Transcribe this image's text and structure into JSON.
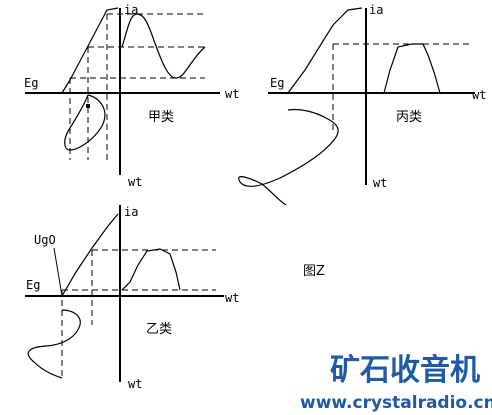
{
  "figure_label": "图Z",
  "panels": [
    {
      "id": "a",
      "title": "甲类",
      "eg": "Eg",
      "ia": "ia",
      "wt_h": "wt",
      "wt_v": "wt"
    },
    {
      "id": "c",
      "title": "丙类",
      "eg": "Eg",
      "ia": "ia",
      "wt_h": "wt",
      "wt_v": "wt"
    },
    {
      "id": "b",
      "title": "乙类",
      "eg": "Eg",
      "ia": "ia",
      "wt_h": "wt",
      "wt_v": "wt",
      "ug0": "UgO"
    }
  ],
  "watermark": {
    "line1": "矿石收音机",
    "line2": "www.crystalradio.cn",
    "color": "#1f5aa6"
  }
}
